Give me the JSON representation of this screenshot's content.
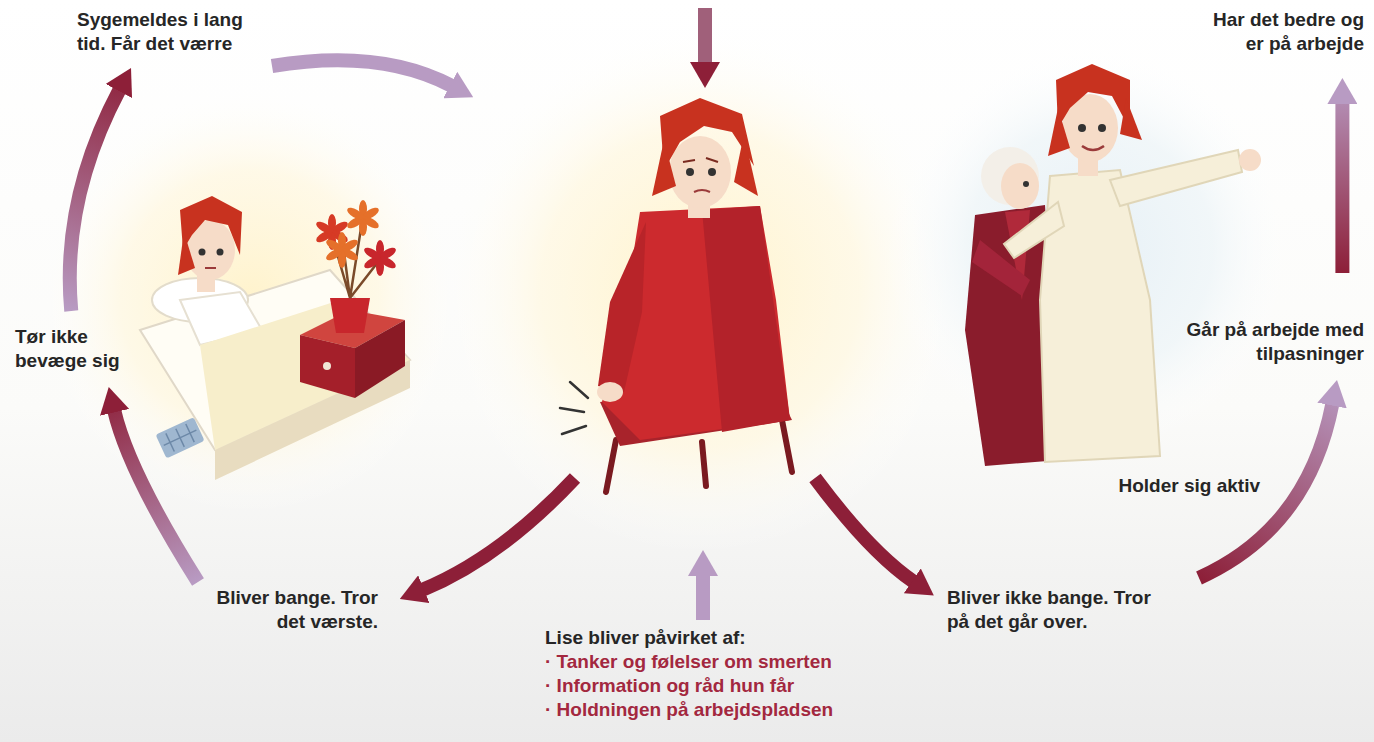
{
  "diagram": {
    "nodes": [
      {
        "text": [
          "Sygemeldes i lang tid. Får det værre"
        ]
      },
      {
        "text": [
          "Tør ikke bevæge sig"
        ]
      },
      {
        "text": [
          "Bliver bange. Tror det værste."
        ]
      },
      {
        "text": [
          "Lise bliver påvirket af:",
          "· Tanker og følelser om smerten",
          "· Information og råd hun får",
          "· Holdningen på arbejdspladsen"
        ]
      },
      {
        "text": [
          "Bliver ikke bange. Tror på det går over."
        ]
      },
      {
        "text": [
          "Går på arbejde med tilpasninger"
        ]
      },
      {
        "text": [
          "Har det bedre og er på arbejde"
        ]
      }
    ],
    "edges": [
      {
        "from": 2,
        "to": 1,
        "arrow": "to"
      },
      {
        "from": 1,
        "to": 0,
        "arrow": "to"
      },
      {
        "from": 4,
        "to": 5,
        "label": "Holder sig aktiv",
        "arrow": "to"
      },
      {
        "from": 5,
        "to": 6,
        "arrow": "to"
      }
    ]
  }
}
